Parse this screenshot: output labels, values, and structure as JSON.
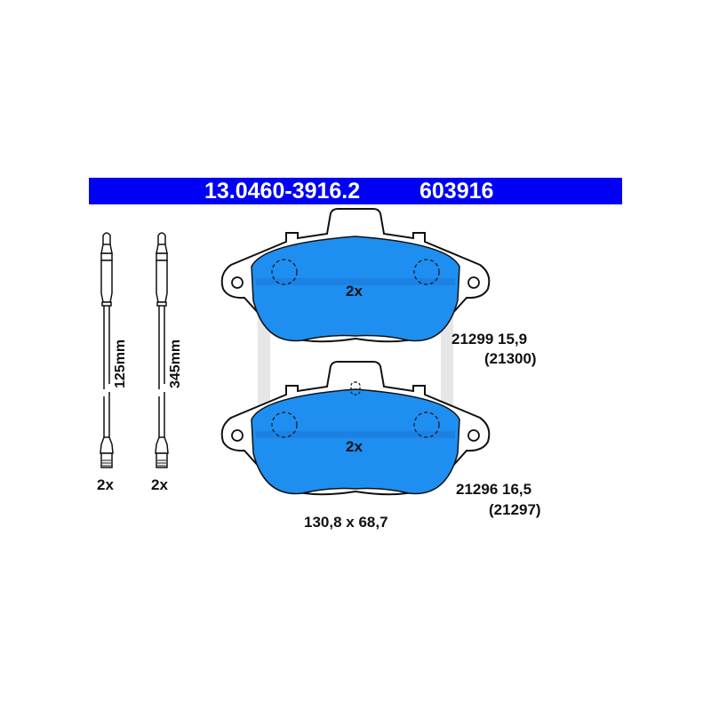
{
  "header": {
    "part_number": "13.0460-3916.2",
    "article": "603916",
    "color": "#0000f5"
  },
  "pad_color": "#1e8ff0",
  "sensors": [
    {
      "length": "125mm",
      "qty": "2x"
    },
    {
      "length": "345mm",
      "qty": "2x"
    }
  ],
  "pads": [
    {
      "qty": "2x",
      "code": "21299 15,9",
      "alt_code": "(21300)"
    },
    {
      "qty": "2x",
      "code": "21296 16,5",
      "alt_code": "(21297)"
    }
  ],
  "dimensions": "130,8 x 68,7"
}
